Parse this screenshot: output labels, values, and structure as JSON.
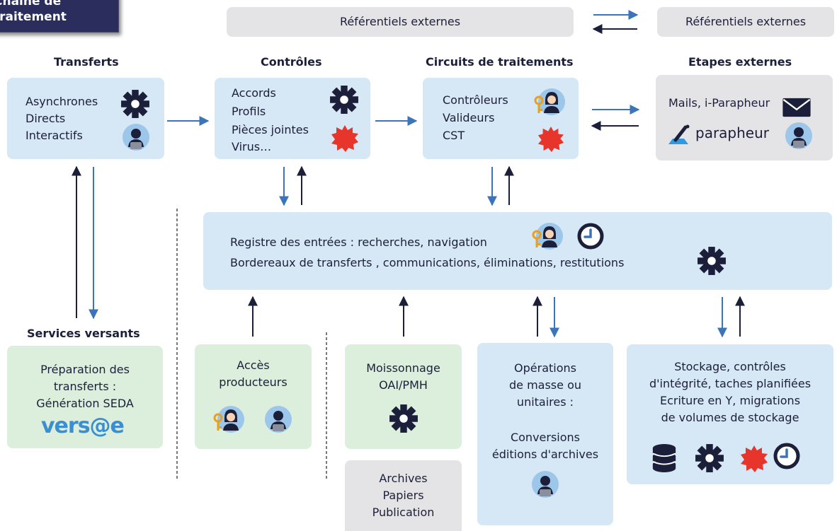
{
  "badge": {
    "line1": "Chaîne de",
    "line2": "traitement"
  },
  "ref_ext_main": "Référentiels externes",
  "ref_ext_right": "Référentiels externes",
  "transferts": {
    "title": "Transferts",
    "items": [
      "Asynchrones",
      "Directs",
      "Interactifs"
    ]
  },
  "controles": {
    "title": "Contrôles",
    "items": [
      "Accords",
      "Profils",
      "Pièces jointes",
      "Virus…"
    ]
  },
  "circuits": {
    "title": "Circuits de traitements",
    "items": [
      "Contrôleurs",
      "Valideurs",
      "CST"
    ]
  },
  "etapes": {
    "title": "Etapes externes",
    "mail_line": "Mails, i-Parapheur",
    "parapheur_logo": "parapheur"
  },
  "registre": {
    "line1": "Registre des entrées : recherches, navigation",
    "line2": "Bordereaux de transferts , communications,  éliminations,  restitutions"
  },
  "services": {
    "title": "Services versants",
    "lines": [
      "Préparation des",
      "transferts :",
      "Génération SEDA"
    ],
    "logo": "vers@e"
  },
  "acces": {
    "lines": [
      "Accès",
      "producteurs"
    ]
  },
  "moisson": {
    "lines": [
      "Moissonnage",
      "OAI/PMH"
    ]
  },
  "archives": {
    "lines": [
      "Archives",
      "Papiers",
      "Publication"
    ]
  },
  "operations": {
    "lines": [
      "Opérations",
      "de masse ou",
      "unitaires :",
      "",
      "Conversions",
      "éditions d'archives"
    ]
  },
  "stockage": {
    "lines": [
      "Stockage, contrôles",
      "d'intégrité, taches planifiées",
      "Ecriture en Y, migrations",
      "de volumes de stockage"
    ]
  },
  "colors": {
    "blue_box": "#d6e7f5",
    "green_box": "#dcefdc",
    "gray_box": "#e4e4e6",
    "navy": "#1c1f3a",
    "arrow_blue": "#3b74b8",
    "red": "#e8352b"
  }
}
